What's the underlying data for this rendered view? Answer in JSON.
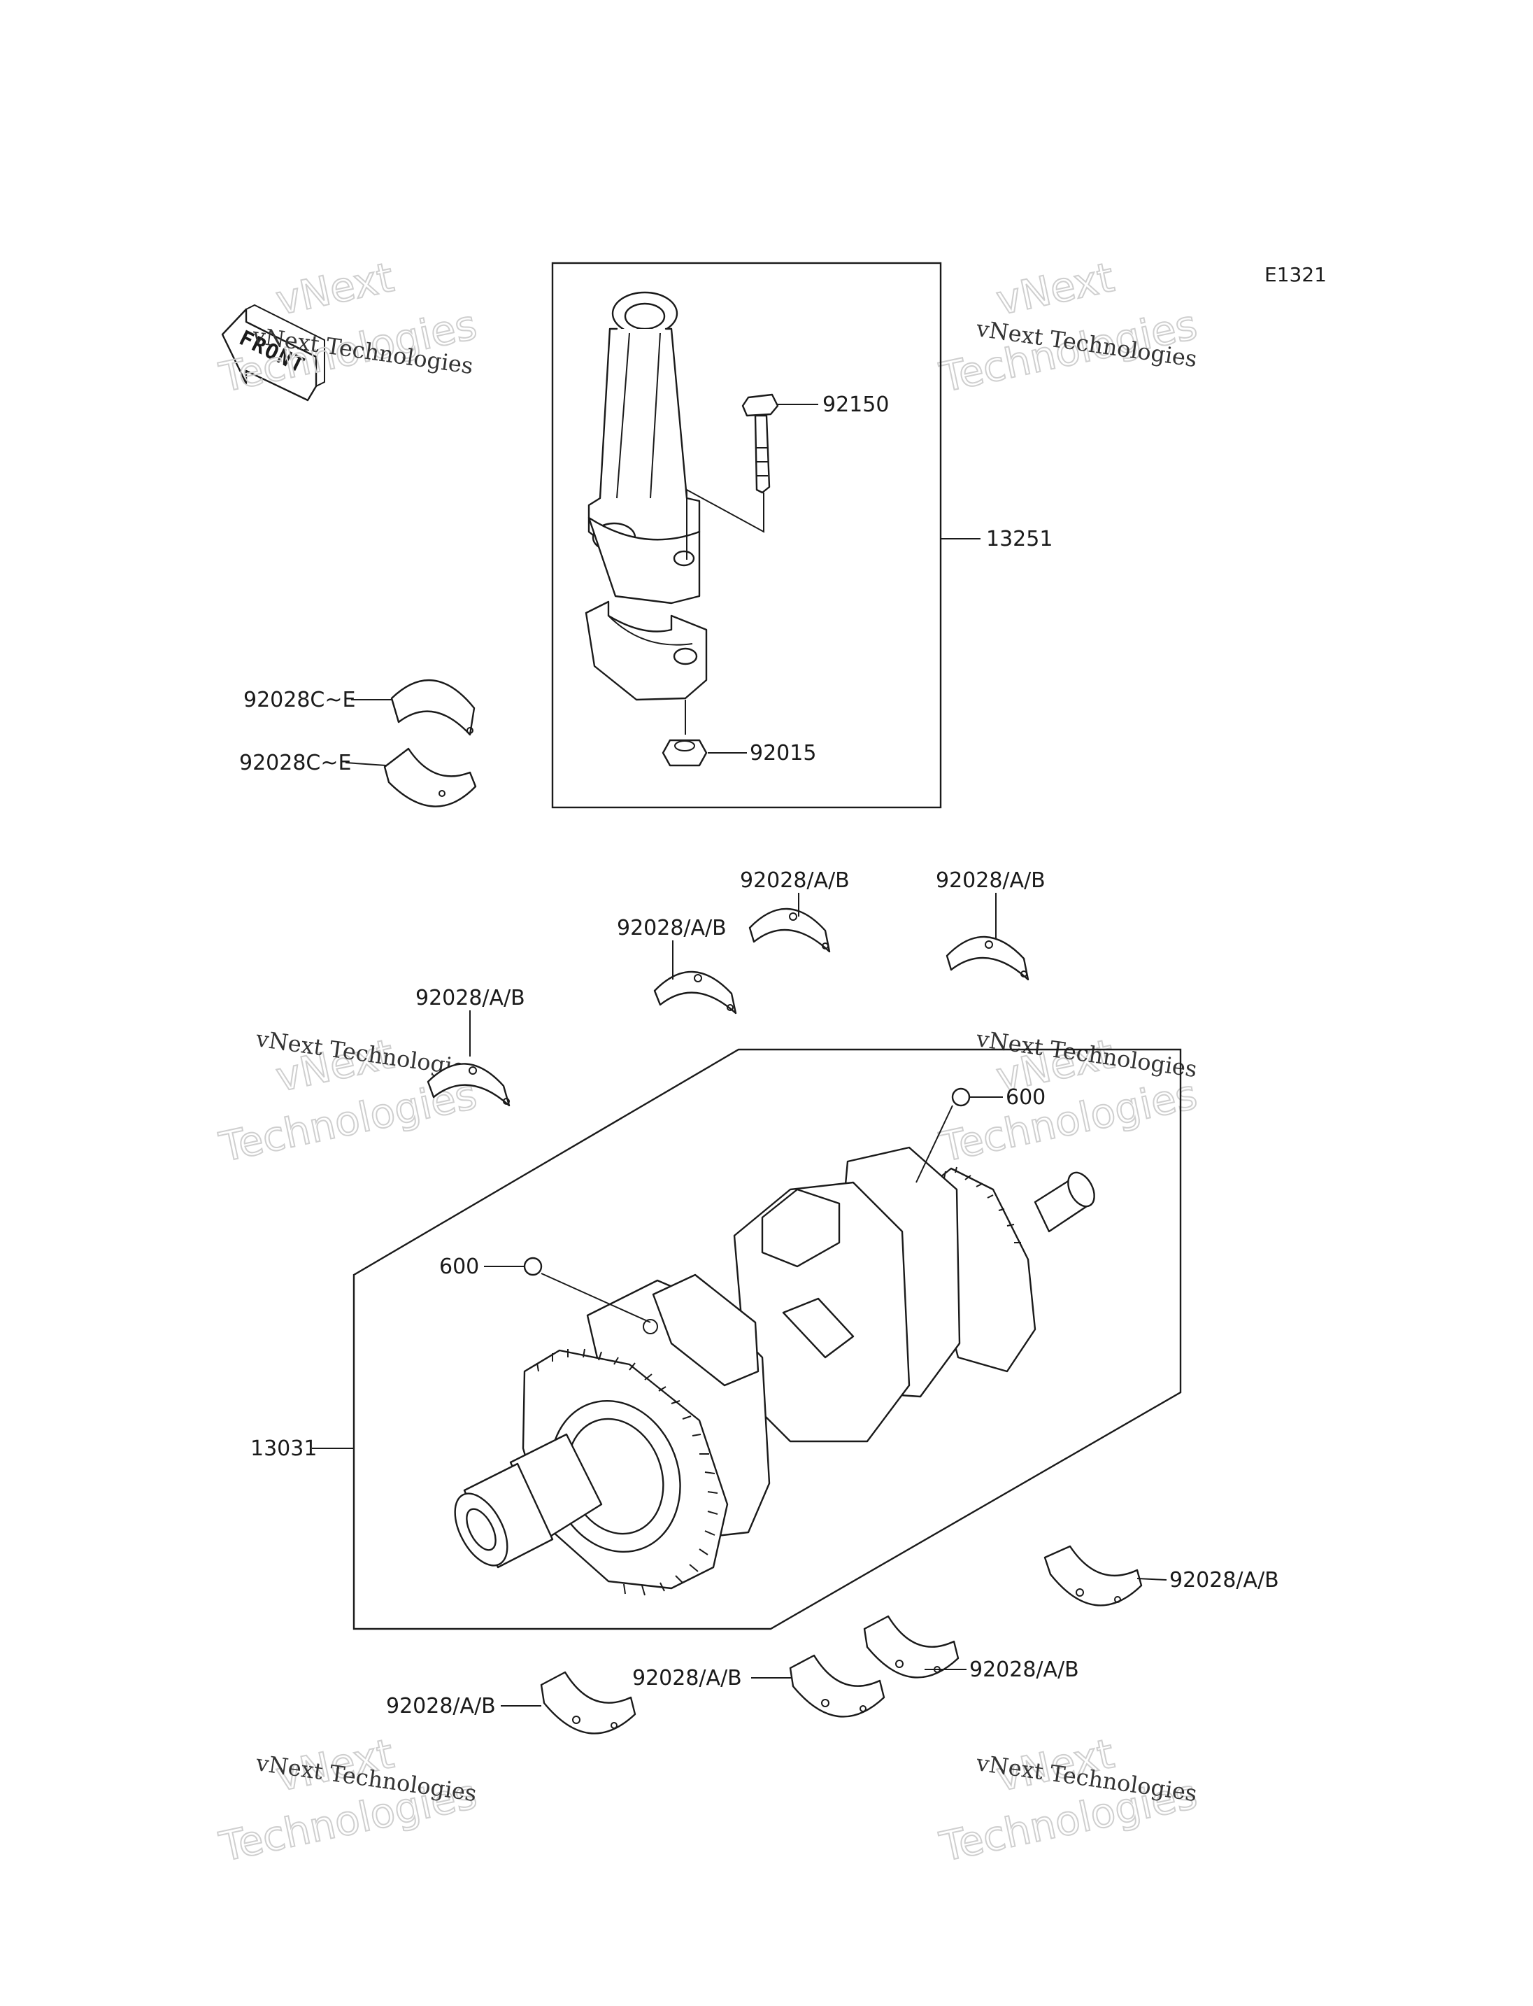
{
  "diagram_code": "E1321",
  "front_label": "FRONT",
  "watermark": {
    "line1": "vNext Technologies",
    "line2": "vNext",
    "line3": "Technologies"
  },
  "parts": {
    "connecting_rod_assembly": "13251",
    "rod_bolt": "92150",
    "rod_nut": "92015",
    "rod_bearing_upper": "92028C~E",
    "rod_bearing_lower": "92028C~E",
    "crankshaft_assembly": "13031",
    "crankshaft_oil_plug_upper": "600",
    "crankshaft_oil_plug_lower": "600",
    "main_bearing": "92028/A/B"
  }
}
